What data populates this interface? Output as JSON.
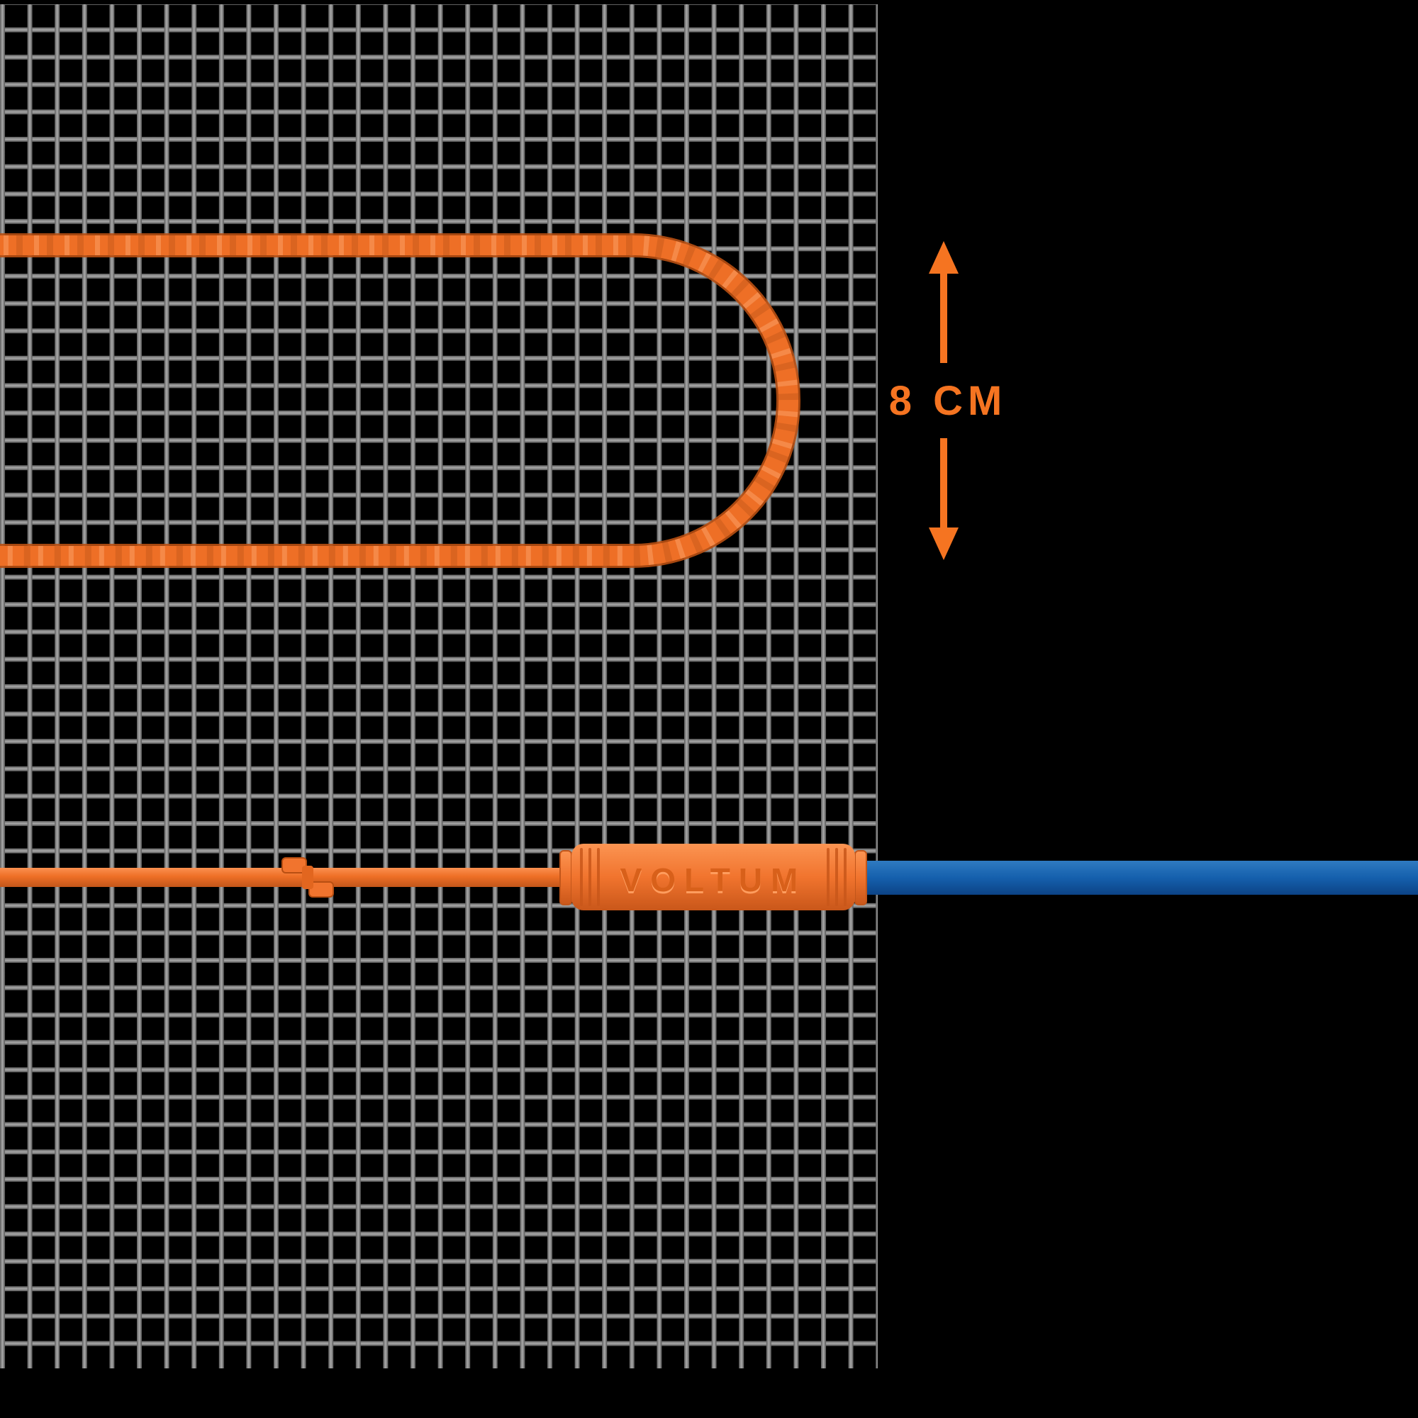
{
  "scene_title": "heating-cable-mat-spacing-diagram",
  "colors": {
    "background": "#000000",
    "grid_wire": "#9a9a9a",
    "cable": "#ee6f26",
    "cable_dark": "#c2561a",
    "cable_light": "#ffb27d",
    "arrow": "#f57421",
    "sleeve": "#f1742e",
    "sleeve_text": "#d8601a",
    "sleeve_text_highlight": "#ff9d5e",
    "blue_cable": "#1560ad"
  },
  "annotation": {
    "spacing_label": "8 CM"
  },
  "connector": {
    "brand_label": "VOLTUM"
  }
}
